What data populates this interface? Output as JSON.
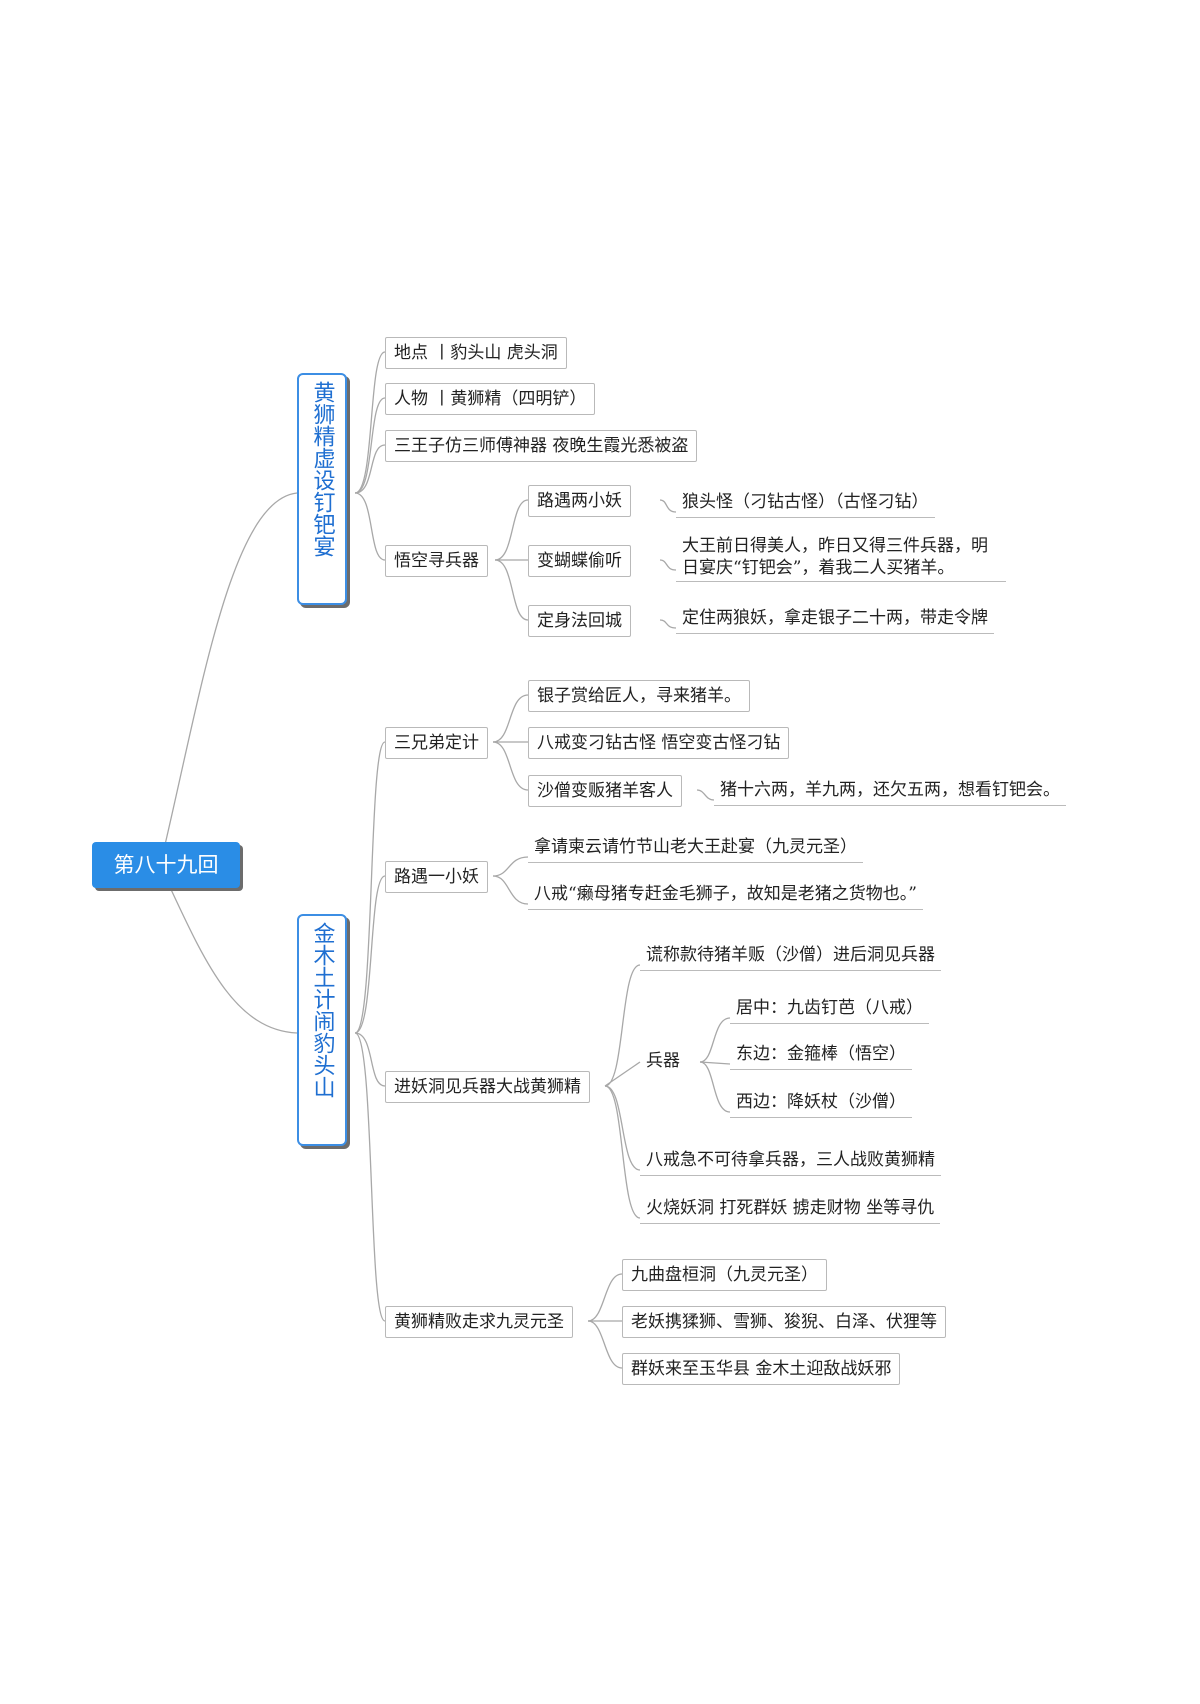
{
  "root": "第八十九回",
  "branch1": {
    "title": "黄狮精虚设钉钯宴",
    "items": {
      "location": "地点 丨豹头山 虎头洞",
      "character": "人物 丨黄狮精（四明铲）",
      "theft": "三王子仿三师傅神器 夜晚生霞光悉被盗",
      "search": {
        "label": "悟空寻兵器",
        "children": {
          "meet": "路遇两小妖",
          "meet_detail": "狼头怪（刁钻古怪）（古怪刁钻）",
          "butterfly": "变蝴蝶偷听",
          "butterfly_detail": "大王前日得美人，昨日又得三件兵器，明日宴庆“钉钯会”，着我二人买猪羊。",
          "freeze": "定身法回城",
          "freeze_detail": "定住两狼妖，拿走银子二十两，带走令牌"
        }
      }
    }
  },
  "branch2": {
    "title": "金木土计闹豹头山",
    "plan": {
      "label": "三兄弟定计",
      "silver": "银子赏给匠人，寻来猪羊。",
      "disguise": "八戒变刁钻古怪 悟空变古怪刁钻",
      "sha": "沙僧变贩猪羊客人",
      "sha_detail": "猪十六两，羊九两，还欠五两，想看钉钯会。"
    },
    "imp": {
      "label": "路遇一小妖",
      "invite": "拿请柬云请竹节山老大王赴宴（九灵元圣）",
      "quote": "八戒“癞母猪专赶金毛狮子，故知是老猪之货物也。”"
    },
    "cave": {
      "label": "进妖洞见兵器大战黄狮精",
      "lie": "谎称款待猪羊贩（沙僧）进后洞见兵器",
      "weapons": "兵器",
      "middle": "居中：九齿钉芭（八戒）",
      "east": "东边：金箍棒（悟空）",
      "west": "西边：降妖杖（沙僧）",
      "fight": "八戒急不可待拿兵器，三人战败黄狮精",
      "burn": "火烧妖洞 打死群妖 掳走财物 坐等寻仇"
    },
    "flee": {
      "label": "黄狮精败走求九灵元圣",
      "cave9": "九曲盘桓洞（九灵元圣）",
      "gather": "老妖携猱狮、雪狮、狻猊、白泽、伏狸等",
      "come": "群妖来至玉华县 金木土迎敌战妖邪"
    }
  }
}
